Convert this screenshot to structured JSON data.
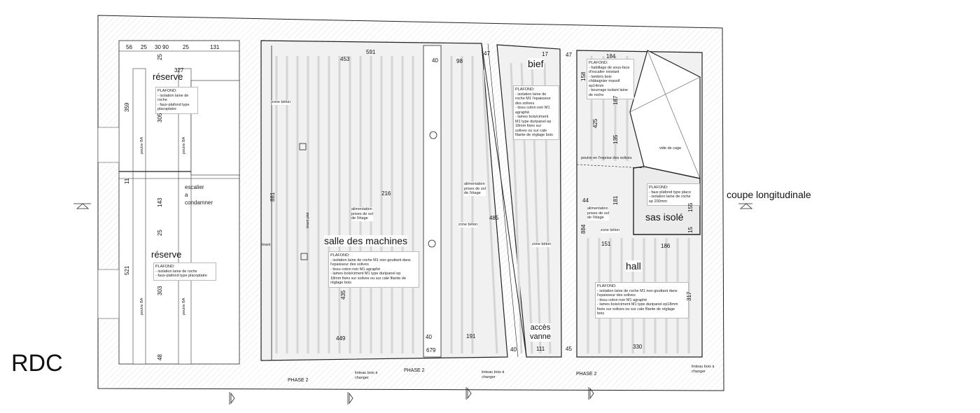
{
  "title": "RDC",
  "section_label": "coupe longitudinale",
  "rooms": {
    "reserve_top": "réserve",
    "reserve_bottom": "réserve",
    "escalier": [
      "escalier",
      "a",
      "condamner"
    ],
    "salle": "salle des machines",
    "bief": "bief",
    "acces_vanne": [
      "accès",
      "vanne"
    ],
    "sas": "sas isolé",
    "hall": "hall",
    "vide_cage": "vide de cage"
  },
  "notes": {
    "reserve_top": {
      "head": "PLAFOND:",
      "lines": [
        "- isolation laine de",
        "roche",
        "- faux-plafond type",
        "placoplatre"
      ]
    },
    "reserve_bottom": {
      "head": "PLAFOND:",
      "lines": [
        "- isolation laine de roche",
        "- faux-plafond type placoplatre"
      ]
    },
    "salle": {
      "head": "PLAFOND:",
      "lines": [
        "- isolation laine de roche M1 non-gouttant dans",
        "l'epaisseur des solives",
        "- tissu coton noir M1 agraphé",
        "- lames bois/ciment M1 type duripanel ep",
        "18mm fixés sur solives ou sur cale filante de",
        "réglage bois"
      ]
    },
    "bief": {
      "head": "PLAFOND:",
      "lines": [
        "- isolation laine de",
        "roche M1 l'epaisseur",
        "des solives",
        "- tissu coton noir M1",
        "agraphé",
        "- lames bois/ciment",
        "M1 type duripanel ep",
        "18mm fixés sur",
        "solives ou sur cale",
        "filante de réglage bois"
      ]
    },
    "stair": {
      "head": "PLAFOND:",
      "lines": [
        "- habillage de sous-face",
        "d'escalier existant",
        "- lambris bois",
        "châtaignier massif",
        "ep14mm",
        "- bourrage isolant laine",
        "de roche"
      ]
    },
    "sas": {
      "head": "PLAFOND:",
      "lines": [
        "- faux plafond type placo",
        "- isolation laine de roche",
        "ep 200mm"
      ]
    },
    "hall": {
      "head": "PLAFOND:",
      "lines": [
        "- isolation laine de roche M1 non-gouttant dans",
        "l'epaisseur des solives",
        "- tissu coton noir M1 agraphé",
        "- lames bois/ciment M1 type duripanel ep18mm",
        "fixés sur solives ou sur cale filante de réglage",
        "bois"
      ]
    }
  },
  "labels": {
    "zone_beton": "zone béton",
    "poutre_ba": "poutre BA",
    "tirant": "tirant",
    "tirant_plat": "tirant plat",
    "alimentation": [
      "alimentation",
      "prises de sol",
      "de l'étage"
    ],
    "poutre_reprise": "poutre en l'reprise des solives",
    "linteau": [
      "linteau bois à",
      "changer"
    ],
    "phase": "PHASE 2"
  },
  "dimensions": {
    "top_reserve": [
      "56",
      "25",
      "30",
      "25",
      "90",
      "25",
      "131"
    ],
    "r327": "327",
    "r359": "359",
    "r305": "305",
    "r11": "11",
    "r143": "143",
    "r25": "25",
    "r521": "521",
    "r303": "303",
    "r48": "48",
    "s591": "591",
    "s453": "453",
    "s40a": "40",
    "s98": "98",
    "s216": "216",
    "s435": "435",
    "s881": "881",
    "s449": "449",
    "s40b": "40",
    "s679": "679",
    "s191": "191",
    "b47a": "47",
    "b17": "17",
    "b47b": "47",
    "b485": "485",
    "b40": "40",
    "b111": "111",
    "b45": "45",
    "h184": "184",
    "h158": "158",
    "h187": "187",
    "h425": "425",
    "h135": "135",
    "h44": "44",
    "h181": "181",
    "h155": "155",
    "h15": "15",
    "h884": "884",
    "h151": "151",
    "h186": "186",
    "h317": "317",
    "h330": "330"
  }
}
